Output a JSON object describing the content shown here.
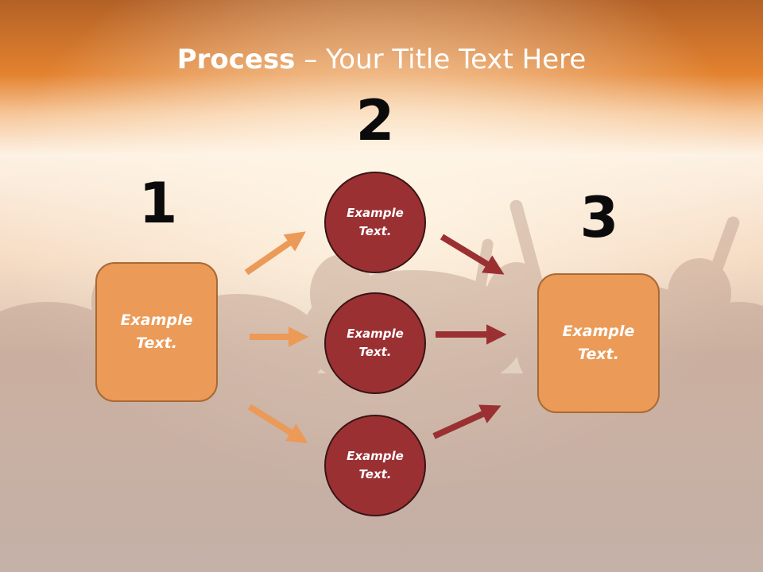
{
  "slide": {
    "title_bold": "Process",
    "title_rest": " – Your Title Text Here"
  },
  "steps": {
    "step1": {
      "number": "1",
      "line1": "Example",
      "line2": "Text."
    },
    "step2": {
      "number": "2",
      "items": [
        {
          "line1": "Example",
          "line2": "Text."
        },
        {
          "line1": "Example",
          "line2": "Text."
        },
        {
          "line1": "Example",
          "line2": "Text."
        }
      ]
    },
    "step3": {
      "number": "3",
      "line1": "Example",
      "line2": "Text."
    }
  },
  "colors": {
    "header_orange": "#e07a2c",
    "box_fill": "#eb9a57",
    "box_border": "#a86a35",
    "circle_fill": "#9b3033",
    "circle_border": "#3a1414",
    "arrow_light": "#eb9a57",
    "arrow_dark": "#9b3033"
  }
}
